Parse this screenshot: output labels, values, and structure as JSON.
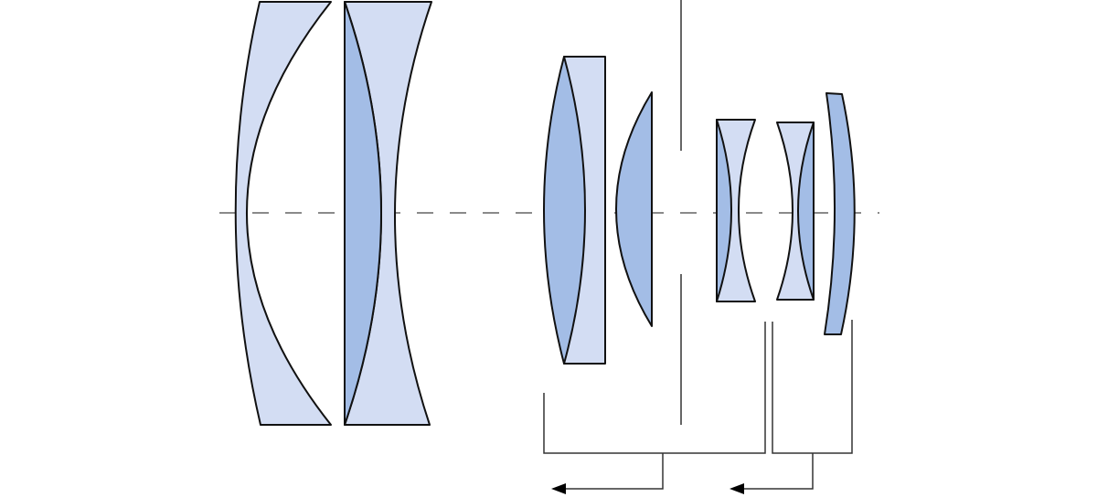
{
  "diagram": {
    "type": "optical-lens-cross-section",
    "colors": {
      "crown_glass": "#d3ddf3",
      "flint_glass": "#a3bde6",
      "outline": "#111111"
    },
    "element_count": 10,
    "movement_groups": 2
  }
}
